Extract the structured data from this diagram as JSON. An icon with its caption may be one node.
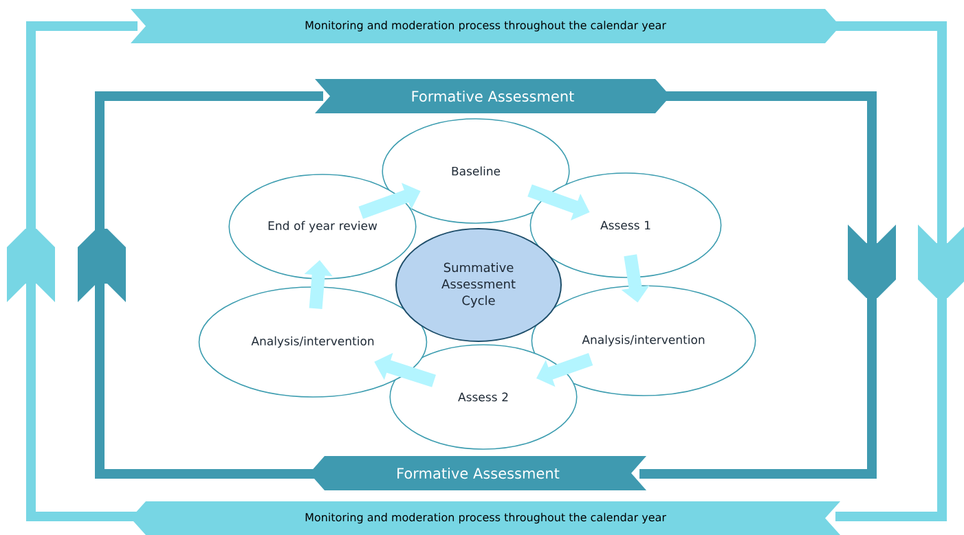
{
  "diagram": {
    "nodes": [
      {
        "text": [
          "Monitoring and moderation process throughout the calendar year"
        ]
      },
      {
        "text": [
          "Formative Assessment"
        ]
      },
      {
        "text": [
          "Baseline"
        ]
      },
      {
        "text": [
          "Assess 1"
        ]
      },
      {
        "text": [
          "Analysis/intervention"
        ]
      },
      {
        "text": [
          "Assess 2"
        ]
      },
      {
        "text": [
          "Analysis/intervention"
        ]
      },
      {
        "text": [
          "End of year review"
        ]
      },
      {
        "text": [
          "Summative Assessment Cycle"
        ]
      },
      {
        "text": [
          "Formative Assessment"
        ]
      },
      {
        "text": [
          "Monitoring and moderation process throughout the calendar year"
        ]
      }
    ],
    "edges": [
      {
        "from": 7,
        "to": 2,
        "arrow": "to"
      },
      {
        "from": 2,
        "to": 3,
        "arrow": "to"
      },
      {
        "from": 3,
        "to": 4,
        "arrow": "to"
      },
      {
        "from": 4,
        "to": 5,
        "arrow": "to"
      },
      {
        "from": 5,
        "to": 6,
        "arrow": "to"
      },
      {
        "from": 6,
        "to": 7,
        "arrow": "to"
      }
    ]
  }
}
